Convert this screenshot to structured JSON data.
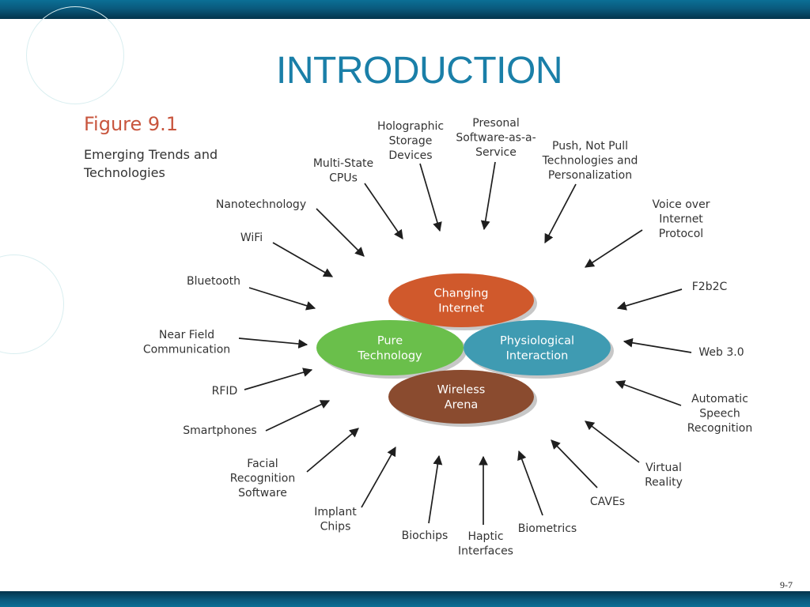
{
  "slide": {
    "title": "INTRODUCTION",
    "figure_label": "Figure 9.1",
    "figure_caption": "Emerging Trends and Technologies",
    "page_number": "9-7"
  },
  "diagram": {
    "core": [
      {
        "lines": [
          "Changing",
          "Internet"
        ],
        "color": "#d0592c"
      },
      {
        "lines": [
          "Pure",
          "Technology"
        ],
        "color": "#6abf4b"
      },
      {
        "lines": [
          "Physiological",
          "Interaction"
        ],
        "color": "#3f9bb2"
      },
      {
        "lines": [
          "Wireless",
          "Arena"
        ],
        "color": "#8a4b2f"
      }
    ],
    "trends": [
      {
        "lines": [
          "Holographic",
          "Storage",
          "Devices"
        ]
      },
      {
        "lines": [
          "Presonal",
          "Software-as-a-",
          "Service"
        ]
      },
      {
        "lines": [
          "Push, Not Pull",
          "Technologies and",
          "Personalization"
        ]
      },
      {
        "lines": [
          "Voice over",
          "Internet",
          "Protocol"
        ]
      },
      {
        "lines": [
          "F2b2C"
        ]
      },
      {
        "lines": [
          "Web 3.0"
        ]
      },
      {
        "lines": [
          "Automatic",
          "Speech",
          "Recognition"
        ]
      },
      {
        "lines": [
          "Virtual",
          "Reality"
        ]
      },
      {
        "lines": [
          "CAVEs"
        ]
      },
      {
        "lines": [
          "Biometrics"
        ]
      },
      {
        "lines": [
          "Haptic",
          "Interfaces"
        ]
      },
      {
        "lines": [
          "Biochips"
        ]
      },
      {
        "lines": [
          "Implant",
          "Chips"
        ]
      },
      {
        "lines": [
          "Facial",
          "Recognition",
          "Software"
        ]
      },
      {
        "lines": [
          "Smartphones"
        ]
      },
      {
        "lines": [
          "RFID"
        ]
      },
      {
        "lines": [
          "Near Field",
          "Communication"
        ]
      },
      {
        "lines": [
          "Bluetooth"
        ]
      },
      {
        "lines": [
          "WiFi"
        ]
      },
      {
        "lines": [
          "Nanotechnology"
        ]
      },
      {
        "lines": [
          "Multi-State",
          "CPUs"
        ]
      }
    ],
    "colors": {
      "arrow": "#1e1e1e",
      "label": "#333333",
      "title": "#1a7fa8",
      "figure": "#c8553d"
    }
  }
}
